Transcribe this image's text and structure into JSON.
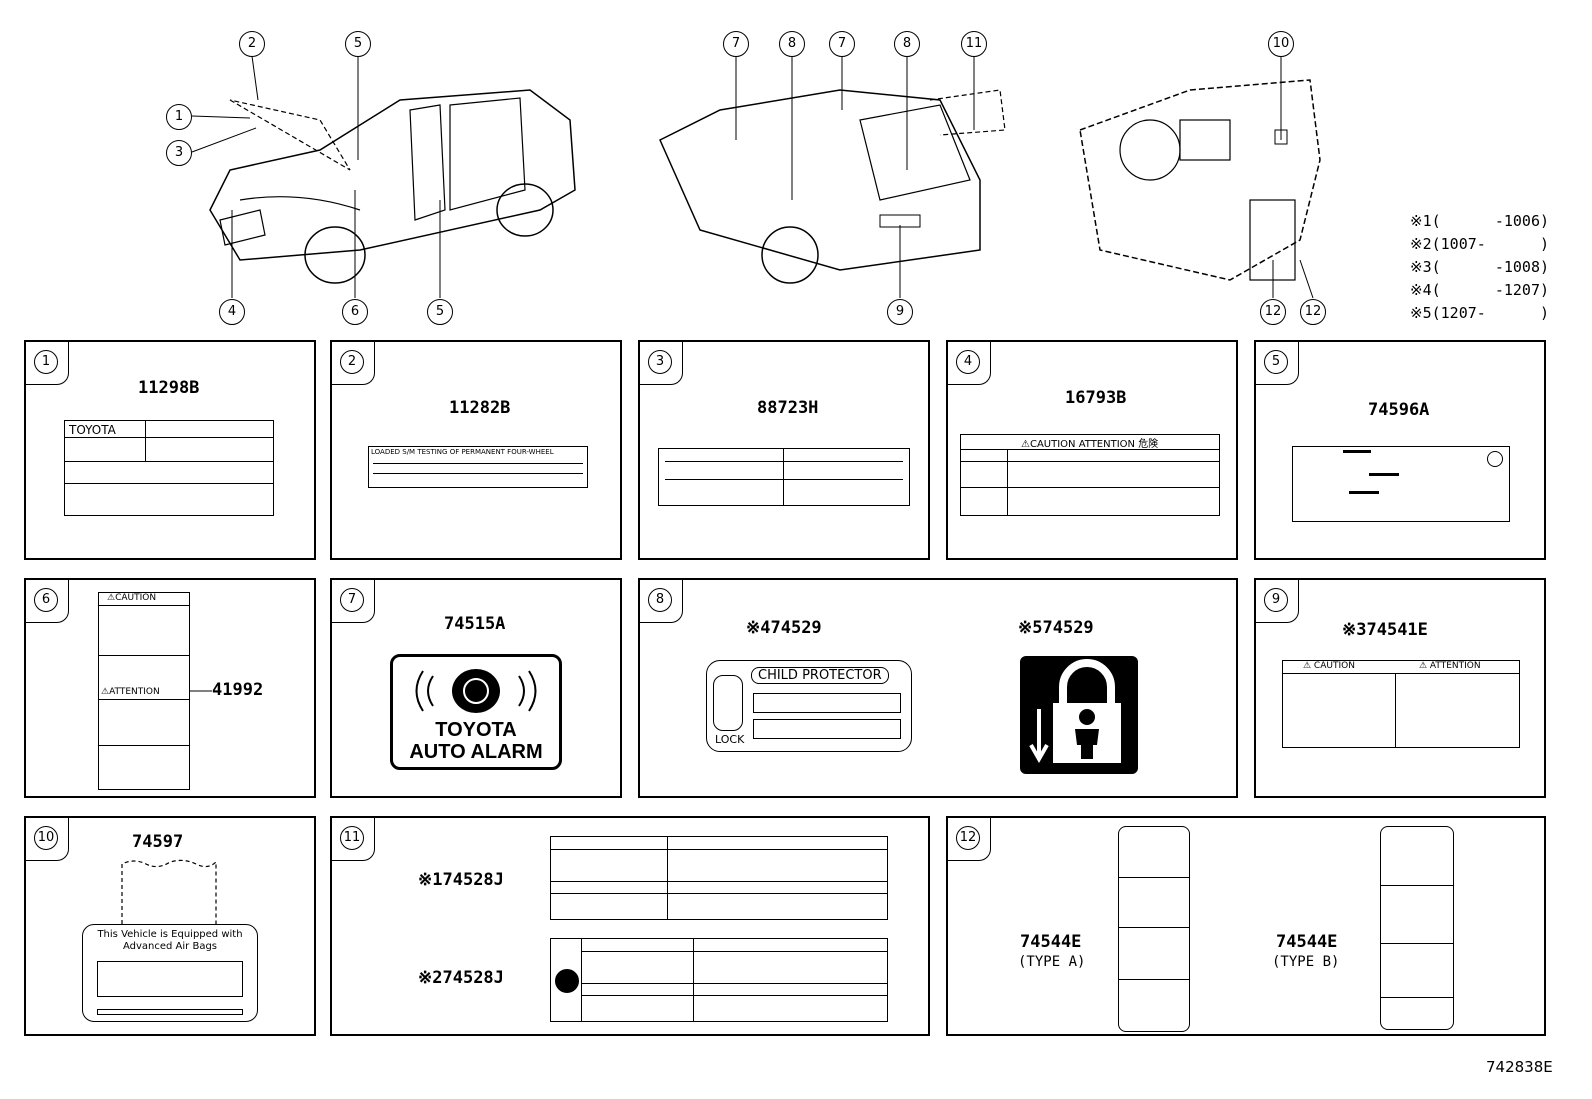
{
  "diagram_id": "742838E",
  "notes": [
    {
      "mark": "※1",
      "range": "(      -1006)"
    },
    {
      "mark": "※2",
      "range": "(1007-      )"
    },
    {
      "mark": "※3",
      "range": "(      -1008)"
    },
    {
      "mark": "※4",
      "range": "(      -1207)"
    },
    {
      "mark": "※5",
      "range": "(1207-      )"
    }
  ],
  "callouts": {
    "front": [
      "2",
      "5",
      "1",
      "3",
      "4",
      "6",
      "5"
    ],
    "rear": [
      "7",
      "8",
      "7",
      "8",
      "11",
      "9"
    ],
    "interior": [
      "10",
      "12",
      "12"
    ]
  },
  "panels": {
    "p1": {
      "num": "1",
      "part": "11298B",
      "brand": "TOYOTA"
    },
    "p2": {
      "num": "2",
      "part": "11282B",
      "text": "LOADED S/M TESTING OF PERMANENT FOUR-WHEEL"
    },
    "p3": {
      "num": "3",
      "part": "88723H"
    },
    "p4": {
      "num": "4",
      "part": "16793B",
      "header": "⚠CAUTION   ATTENTION  危険"
    },
    "p5": {
      "num": "5",
      "part": "74596A"
    },
    "p6": {
      "num": "6",
      "part": "41992",
      "caution": "⚠CAUTION",
      "attention": "⚠ATTENTION"
    },
    "p7": {
      "num": "7",
      "part": "74515A",
      "line1": "TOYOTA",
      "line2": "AUTO ALARM"
    },
    "p8": {
      "num": "8",
      "part_a_mark": "※4",
      "part_a": "74529",
      "part_b_mark": "※5",
      "part_b": "74529",
      "child": "CHILD PROTECTOR",
      "lock": "LOCK"
    },
    "p9": {
      "num": "9",
      "part_mark": "※3",
      "part": "74541E",
      "caution": "⚠ CAUTION",
      "attention": "⚠ ATTENTION"
    },
    "p10": {
      "num": "10",
      "part": "74597",
      "text1": "This Vehicle is Equipped with",
      "text2": "Advanced Air Bags"
    },
    "p11": {
      "num": "11",
      "part_a_mark": "※1",
      "part_a": "74528J",
      "part_b_mark": "※2",
      "part_b": "74528J"
    },
    "p12": {
      "num": "12",
      "part_a": "74544E",
      "type_a": "(TYPE A)",
      "part_b": "74544E",
      "type_b": "(TYPE B)"
    }
  }
}
